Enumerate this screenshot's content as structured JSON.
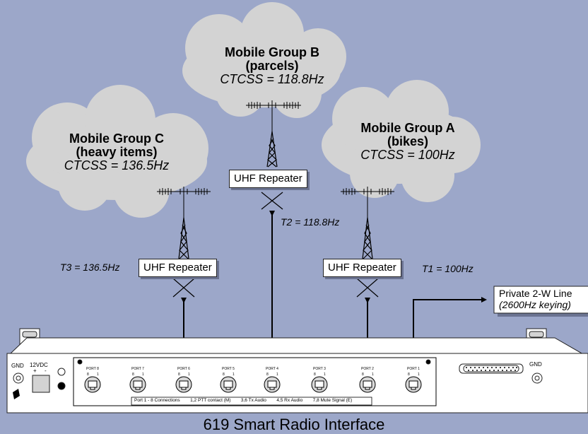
{
  "groups": [
    {
      "title": "Mobile Group B",
      "subtitle": "(parcels)",
      "ctcss": "CTCSS = 118.8Hz"
    },
    {
      "title": "Mobile Group C",
      "subtitle": "(heavy items)",
      "ctcss": "CTCSS = 136.5Hz"
    },
    {
      "title": "Mobile Group A",
      "subtitle": "(bikes)",
      "ctcss": "CTCSS = 100Hz"
    }
  ],
  "repeaters": {
    "label": "UHF Repeater"
  },
  "tones": {
    "t1": "T1 = 100Hz",
    "t2": "T2 = 118.8Hz",
    "t3": "T3 = 136.5Hz"
  },
  "private_line": {
    "line1": "Private 2-W Line",
    "line2": "(2600Hz keying)"
  },
  "panel": {
    "gnd_left": "GND",
    "gnd_right": "GND",
    "power": "12VDC",
    "plus": "+",
    "minus": "-",
    "ports": [
      "PORT 8",
      "PORT 7",
      "PORT 6",
      "PORT 5",
      "PORT 4",
      "PORT 3",
      "PORT 2",
      "PORT 1"
    ],
    "pin_left": "8",
    "pin_right": "1",
    "legend": "Port 1 - 8 Connections        1,2 PTT contact (M)        3,6 Tx Audio        4,5 Rx Audio        7,8 Mute Signal (E)"
  },
  "title": "619 Smart Radio Interface",
  "colors": {
    "background": "#9ca7c9",
    "cloud": "#d3d3d3",
    "panel": "#ffffff",
    "shadow": "#6b7391"
  }
}
